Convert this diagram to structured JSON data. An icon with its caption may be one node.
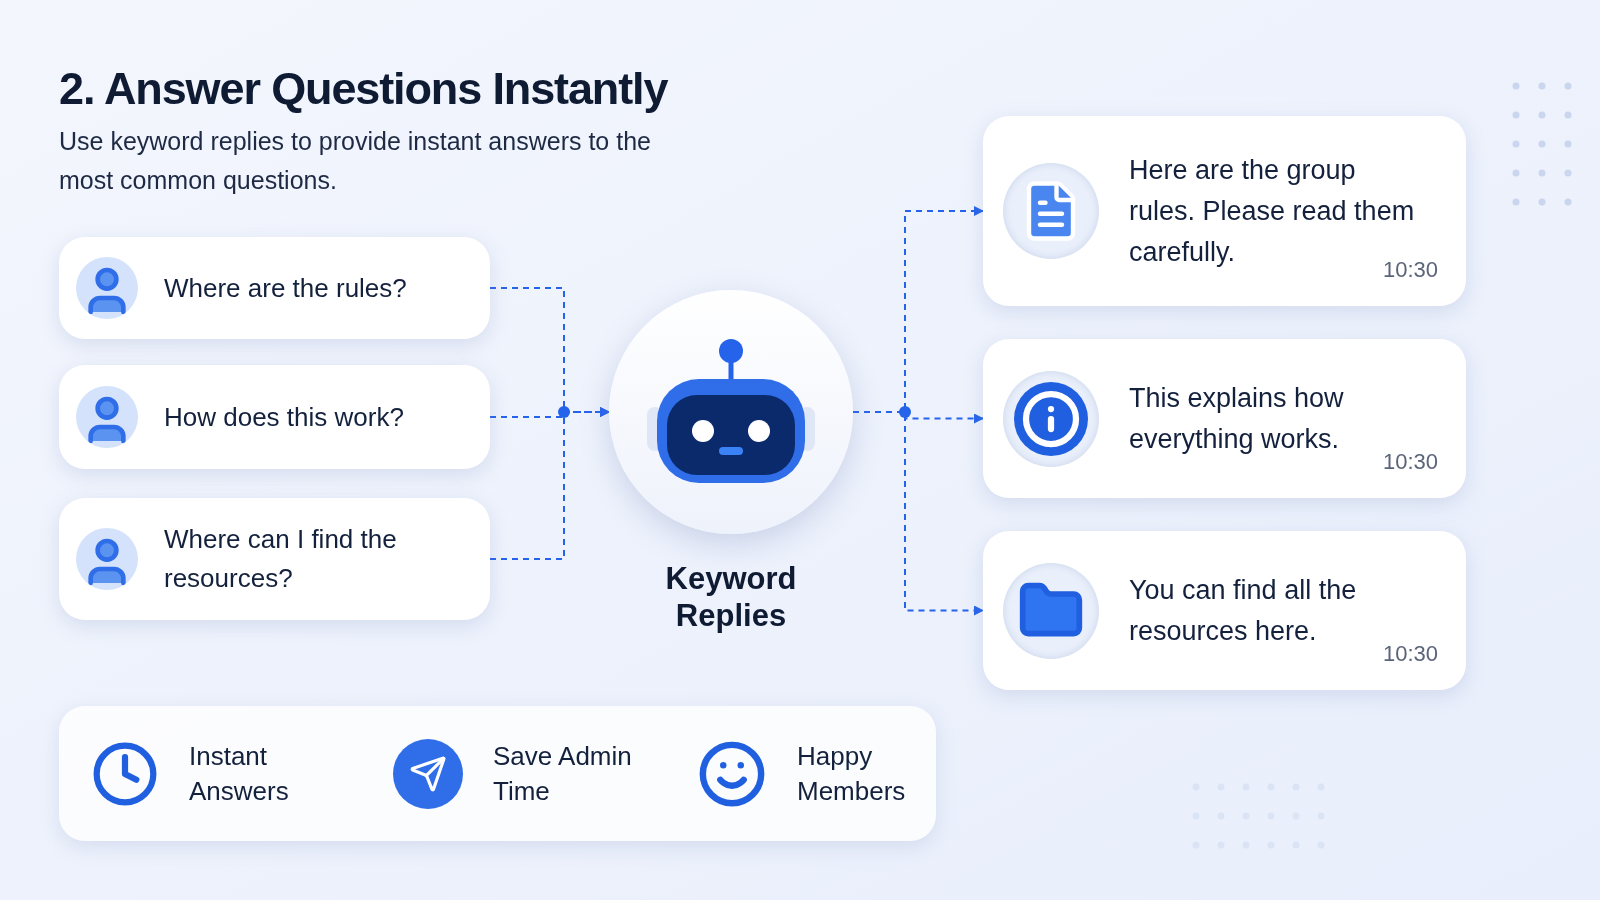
{
  "diagram": {
    "title": "2. Answer Questions Instantly",
    "nodes": [
      {
        "text": [
          "Where are the rules?"
        ]
      },
      {
        "text": [
          "How does this work?"
        ]
      },
      {
        "text": [
          "Where can I find the resources?"
        ]
      },
      {
        "text": [],
        "shape": "circle",
        "beside": [
          "Keyword Replies"
        ]
      },
      {
        "text": [
          "Here are the group rules. Please read them carefully.",
          "10:30"
        ]
      },
      {
        "text": [
          "This explains how everything works.",
          "10:30"
        ]
      },
      {
        "text": [
          "You can find all the resources here.",
          "10:30"
        ]
      }
    ],
    "edges": [
      {
        "from": 0,
        "to": 3,
        "arrow": "to",
        "style": "dashed"
      },
      {
        "from": 1,
        "to": 3,
        "arrow": "to",
        "style": "dashed"
      },
      {
        "from": 2,
        "to": 3,
        "arrow": "to",
        "style": "dashed"
      },
      {
        "from": 3,
        "to": 4,
        "arrow": "to",
        "style": "dashed"
      },
      {
        "from": 3,
        "to": 5,
        "arrow": "to",
        "style": "dashed"
      },
      {
        "from": 3,
        "to": 6,
        "arrow": "to",
        "style": "dashed"
      }
    ],
    "labels": [
      "Use keyword replies to provide instant answers to the most common questions.",
      "Instant Answers",
      "Save Admin Time",
      "Happy Members"
    ]
  }
}
